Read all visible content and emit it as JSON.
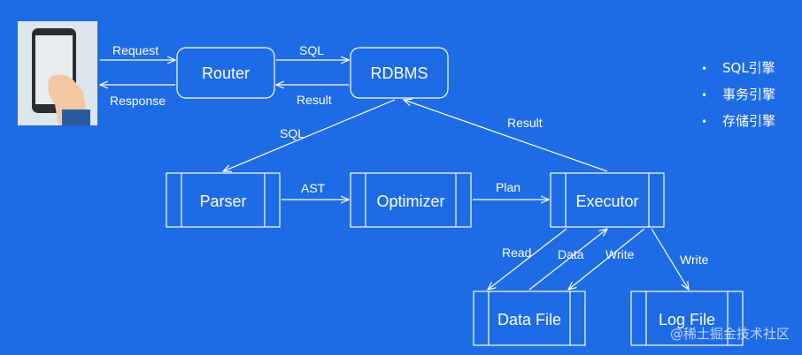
{
  "nodes": {
    "router": "Router",
    "rdbms": "RDBMS",
    "parser": "Parser",
    "optimizer": "Optimizer",
    "executor": "Executor",
    "data_file": "Data File",
    "log_file": "Log File"
  },
  "edges": {
    "request": "Request",
    "response": "Response",
    "sql_router_rdbms": "SQL",
    "result_rdbms_router": "Result",
    "sql_rdbms_parser": "SQL",
    "result_executor_rdbms": "Result",
    "ast": "AST",
    "plan": "Plan",
    "read": "Read",
    "data": "Data",
    "write_data_file": "Write",
    "write_log_file": "Write"
  },
  "legend": [
    "SQL引擎",
    "事务引擎",
    "存储引擎"
  ],
  "watermark": "@稀土掘金技术社区",
  "colors": {
    "background": "#1e6be6",
    "line": "#ffffff"
  }
}
